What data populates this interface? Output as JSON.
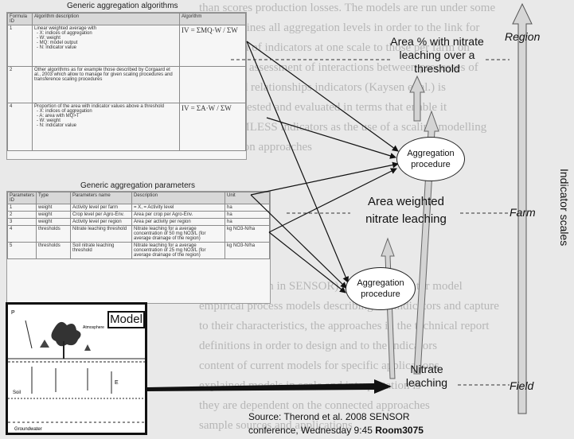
{
  "background_text": [
    "than scores production losses. The models are run under some",
    "that combines all aggregation levels in order to the link for",
    "evaluation of indicators at one scale to those per farm on",
    "and to the assessment of interactions between processes of",
    "issues and relationships indicators (Kaysen et al.) is",
    "has been tested and evaluated in terms that enable it",
    "the SEAMLESS indicators as the use of a scaling modelling",
    "aggregation approaches",
    "",
    "",
    "",
    "",
    "",
    "",
    "cut (Norrington in SENSOR) and is an indicator model",
    "empirical process models describing the indicators and capture",
    "to their characteristics, the approaches in the technical report",
    "definitions in order to design and to the indicators",
    "content of current models for specific applications",
    "explained models in scale and interpretation is",
    "they are dependent on the connected approaches",
    "sample sources and applications"
  ],
  "algorithms": {
    "title": "Generic aggregation algorithms",
    "headers": [
      "Formula ID",
      "Algorithm description",
      "Algorithm"
    ],
    "rows": [
      {
        "id": "1",
        "desc": "Linear weighted average with",
        "bullets": [
          "- X: indices of aggregation",
          "- W: weight",
          "- MQ: model output",
          "- N: indicator value"
        ],
        "formula": "IV = ΣMQ·W / ΣW"
      },
      {
        "id": "2",
        "desc": "Other algorithms as for example those described by Corgaard et al., 2003 which allow to manage for given scaling procedures and transference scaling procedures",
        "bullets": [],
        "formula": ""
      },
      {
        "id": "4",
        "desc": "Proportion of the area with indicator values above a threshold",
        "bullets": [
          "- X: indices of aggregation",
          "- A: area with MQ>T",
          "- W: weight",
          "- N: indicator value"
        ],
        "formula": "IV = ΣA·W / ΣW"
      }
    ]
  },
  "parameters": {
    "title": "Generic aggregation parameters",
    "headers": [
      "Parameters ID",
      "Type",
      "Parameters name",
      "Description",
      "Unit"
    ],
    "rows": [
      [
        "1",
        "weight",
        "Activity level per farm",
        "= X, = Activity level",
        "ha"
      ],
      [
        "2",
        "weight",
        "Crop level per Agro-Env.",
        "Area per crop per Agro-Env.",
        "ha"
      ],
      [
        "3",
        "weight",
        "Activity level per region",
        "Area per activity per region",
        "ha"
      ],
      [
        "4",
        "thresholds",
        "Nitrate leaching threshold",
        "Nitrate leaching for a average concentration of 50 mg NO3/L (for average drainage of the region)",
        "kg NO3-N/ha"
      ],
      [
        "5",
        "thresholds",
        "Soil nitrate leaching threshold",
        "Nitrate leaching for a average concentration of 25 mg NO3/L (for average drainage of the region)",
        "kg NO3-N/ha"
      ]
    ]
  },
  "model": {
    "label": "Model",
    "plot_labels": [
      "P",
      "Soil",
      "Groundwater",
      "E",
      "Atmosphere"
    ]
  },
  "labels": {
    "area_pct": "Area % with nitrate leaching over a threshold",
    "area_weighted": "Area weighted nitrate leaching",
    "nitrate": "Nitrate leaching",
    "aggregation_1": "Aggregation procedure",
    "aggregation_2": "Aggregation procedure"
  },
  "scales": {
    "region": "Region",
    "farm": "Farm",
    "field": "Field",
    "axis_title": "Indicator scales"
  },
  "source": {
    "line1": "Source: Therond et al. 2008 SENSOR",
    "line2_plain": "conference, Wednesday 9:45 ",
    "line2_bold": "Room3075"
  }
}
